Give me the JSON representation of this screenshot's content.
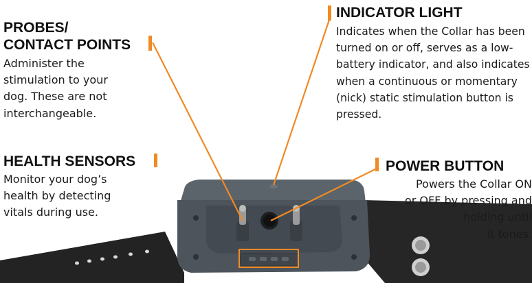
{
  "callouts": {
    "probes": {
      "heading_lines": [
        "PROBES/",
        "CONTACT POINTS"
      ],
      "description": "Administer the stimulation to your dog. These are not interchangeable."
    },
    "health": {
      "heading": "HEALTH SENSORS",
      "description": "Monitor your dog’s health by detecting vitals during use."
    },
    "indicator": {
      "heading": "INDICATOR LIGHT",
      "description": "Indicates when the Collar has been turned on or off, serves as a low-battery indicator, and also indicates when a continuous or momentary (nick) static stimulation button is pressed."
    },
    "power": {
      "heading": "POWER BUTTON",
      "description_lines": [
        "Powers the Collar ON",
        "or OFF by pressing and",
        "holding until",
        "it tones."
      ]
    }
  },
  "colors": {
    "accent_orange": "#f08a24",
    "device_body": "#4d545c",
    "strap": "#222222",
    "text": "#111111"
  },
  "icons": {
    "leader-line": "orange line from label to component"
  }
}
